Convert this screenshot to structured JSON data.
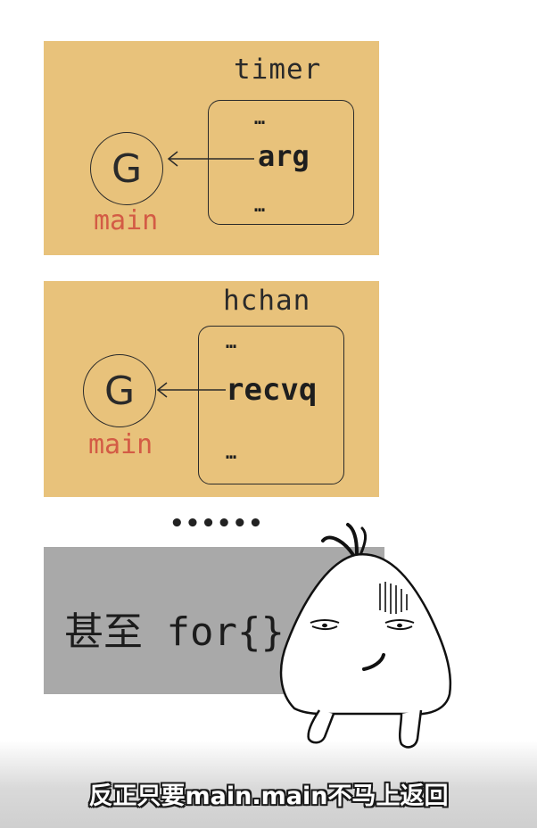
{
  "panels": [
    {
      "struct_name": "timer",
      "fields": [
        "…",
        "arg",
        "…"
      ],
      "goroutine_letter": "G",
      "goroutine_label": "main"
    },
    {
      "struct_name": "hchan",
      "fields": [
        "…",
        "recvq",
        "…"
      ],
      "goroutine_letter": "G",
      "goroutine_label": "main"
    }
  ],
  "separator_dots": "••••••",
  "for_loop_text": "甚至 for{}",
  "subtitle": "反正只要main.main不马上返回",
  "colors": {
    "panel_bg": "#e8c27b",
    "gray_panel_bg": "#a9a9a9",
    "label_red": "#d35b45"
  }
}
